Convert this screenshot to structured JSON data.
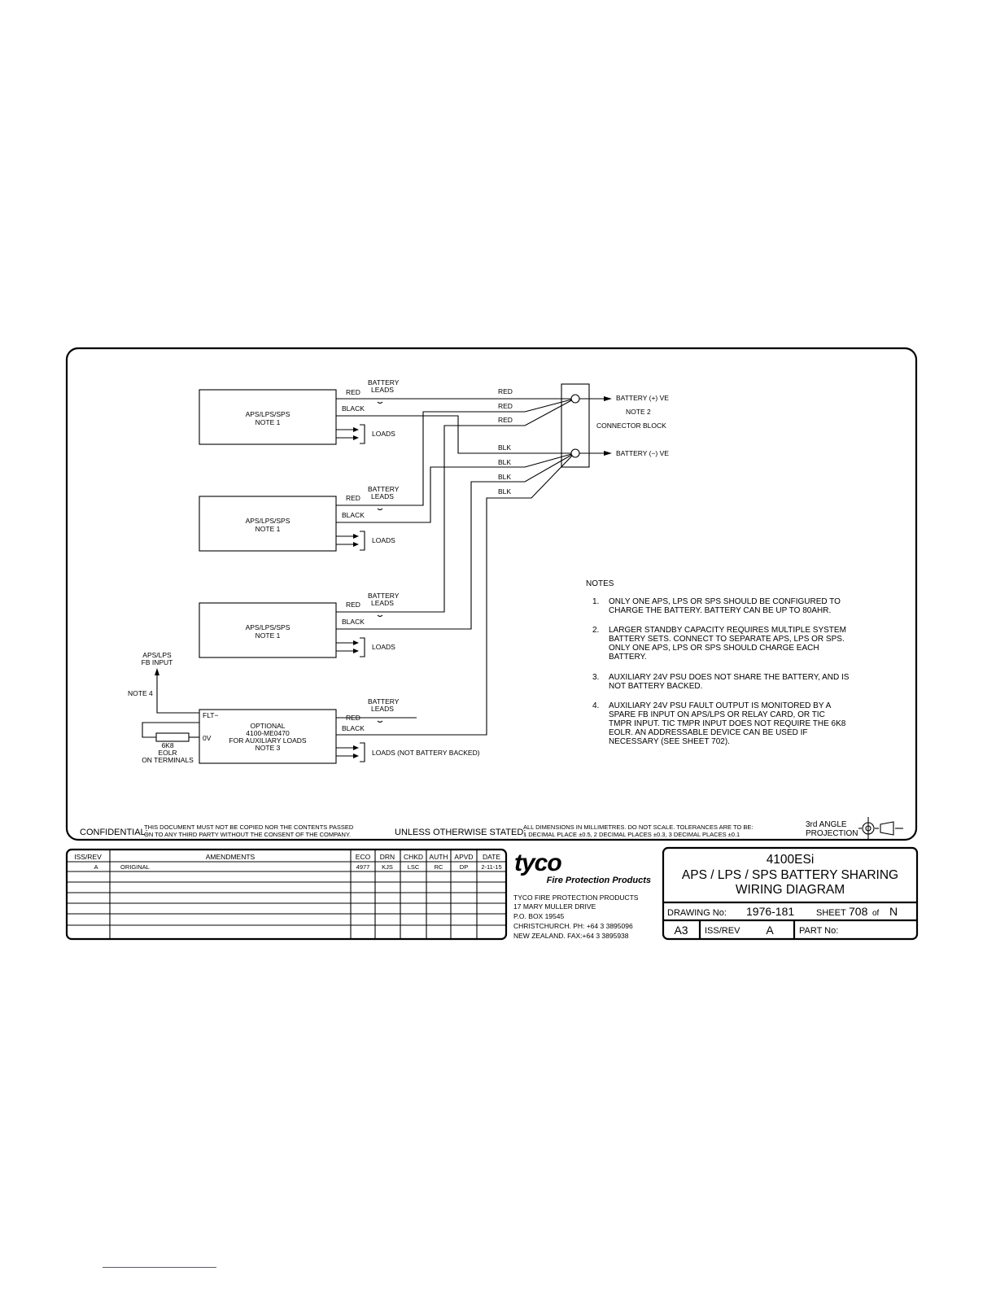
{
  "diagram": {
    "units": {
      "unit_label": "APS/LPS/SPS",
      "unit_note": "NOTE 1",
      "aux_line1": "OPTIONAL",
      "aux_line2": "4100-ME0470",
      "aux_line3": "FOR AUXILIARY LOADS",
      "aux_note": "NOTE 3"
    },
    "wires": {
      "red": "RED",
      "black": "BLACK",
      "blk": "BLK",
      "battery": "BATTERY",
      "leads": "LEADS",
      "loads": "LOADS",
      "loads_not_backed": "LOADS (NOT BATTERY BACKED)"
    },
    "connector": {
      "battery_pos": "BATTERY (+) VE",
      "battery_neg": "BATTERY (−) VE",
      "note2": "NOTE 2",
      "block": "CONNECTOR BLOCK"
    },
    "aux": {
      "fb_input_1": "APS/LPS",
      "fb_input_2": "FB INPUT",
      "note4": "NOTE 4",
      "flt": "FLT−",
      "ov": "0V",
      "res1": "6K8",
      "res2": "EOLR",
      "res3": "ON TERMINALS"
    },
    "notes_title": "NOTES",
    "notes": [
      {
        "num": "1.",
        "lines": [
          "ONLY ONE APS, LPS OR SPS SHOULD BE CONFIGURED TO",
          "CHARGE THE BATTERY. BATTERY CAN BE UP TO 80AHR."
        ]
      },
      {
        "num": "2.",
        "lines": [
          "LARGER STANDBY CAPACITY REQUIRES MULTIPLE SYSTEM",
          "BATTERY SETS. CONNECT TO SEPARATE APS, LPS OR SPS.",
          "ONLY ONE APS, LPS OR SPS SHOULD CHARGE EACH",
          "BATTERY."
        ]
      },
      {
        "num": "3.",
        "lines": [
          "AUXILIARY 24V PSU DOES NOT SHARE THE BATTERY, AND IS",
          "NOT BATTERY BACKED."
        ]
      },
      {
        "num": "4.",
        "lines": [
          "AUXILIARY 24V PSU FAULT OUTPUT IS MONITORED BY A",
          "SPARE FB INPUT ON APS/LPS OR RELAY CARD, OR TIC",
          "TMPR INPUT. TIC TMPR INPUT DOES NOT REQUIRE THE 6K8",
          "EOLR. AN ADDRESSABLE DEVICE CAN BE USED IF",
          "NECESSARY (SEE SHEET 702)."
        ]
      }
    ]
  },
  "border_footer": {
    "confidential_label": "CONFIDENTIAL:",
    "confidential_1": "THIS DOCUMENT MUST NOT BE COPIED NOR THE CONTENTS PASSED",
    "confidential_2": "ON TO ANY THIRD PARTY WITHOUT THE CONSENT OF THE COMPANY.",
    "unless": "UNLESS OTHERWISE STATED:",
    "dims_1": "ALL DIMENSIONS IN MILLIMETRES. DO NOT SCALE. TOLERANCES ARE TO BE:",
    "dims_2": "1 DECIMAL PLACE ±0.5, 2 DECIMAL PLACES ±0.3, 3 DECIMAL PLACES ±0.1",
    "proj_1": "3rd ANGLE",
    "proj_2": "PROJECTION"
  },
  "revisions": {
    "headers": [
      "ISS/REV",
      "AMENDMENTS",
      "ECO",
      "DRN",
      "CHKD",
      "AUTH",
      "APVD",
      "DATE"
    ],
    "rows": [
      [
        "A",
        "ORIGINAL",
        "4977",
        "KJS",
        "LSC",
        "RC",
        "DP",
        "2-11-15"
      ]
    ]
  },
  "company": {
    "logo": "tyco",
    "tagline": "Fire Protection Products",
    "address": [
      "TYCO FIRE PROTECTION PRODUCTS",
      "17 MARY MULLER DRIVE",
      "P.O. BOX 19545",
      "CHRISTCHURCH.  PH: +64 3 3895096",
      "NEW ZEALAND.    FAX:+64 3 3895938"
    ]
  },
  "title_block": {
    "product": "4100ESi",
    "title_1": "APS / LPS / SPS  BATTERY  SHARING",
    "title_2": "WIRING  DIAGRAM",
    "drawing_label": "DRAWING  No:",
    "drawing_no": "1976-181",
    "sheet_label": "SHEET",
    "sheet_no": "708",
    "of_label": "of",
    "sheet_total": "N",
    "size": "A3",
    "iss_label": "ISS/REV",
    "iss": "A",
    "part_label": "PART  No:"
  }
}
